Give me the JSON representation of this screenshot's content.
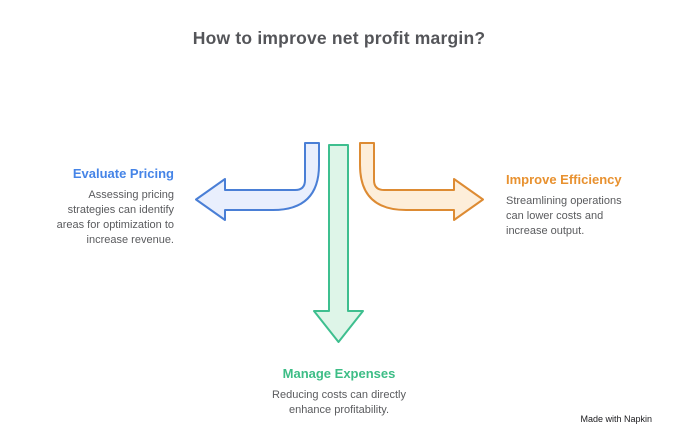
{
  "title": "How to improve net profit margin?",
  "branches": {
    "left": {
      "heading": "Evaluate Pricing",
      "body": "Assessing pricing strategies can identify areas for optimization to increase revenue."
    },
    "right": {
      "heading": "Improve Efficiency",
      "body": "Streamlining operations can lower costs and increase output."
    },
    "bottom": {
      "heading": "Manage Expenses",
      "body": "Reducing costs can directly enhance profitability."
    }
  },
  "icons": {
    "left_arrow": "curved-left-arrow-icon",
    "right_arrow": "curved-right-arrow-icon",
    "down_arrow": "straight-down-arrow-icon"
  },
  "watermark": "Made with Napkin",
  "colors": {
    "title-color": "#545559",
    "body-color": "#5a5b5e",
    "blue-heading": "#4584e7",
    "blue-stroke": "#4a7fd6",
    "blue-fill": "#e9effd",
    "orange-heading": "#e8912f",
    "orange-stroke": "#dd8b33",
    "orange-fill": "#fdeeda",
    "green-heading": "#3dbd86",
    "green-stroke": "#3ebf8f",
    "green-fill": "#def5e8",
    "watermark-color": "#1a1a1d"
  }
}
